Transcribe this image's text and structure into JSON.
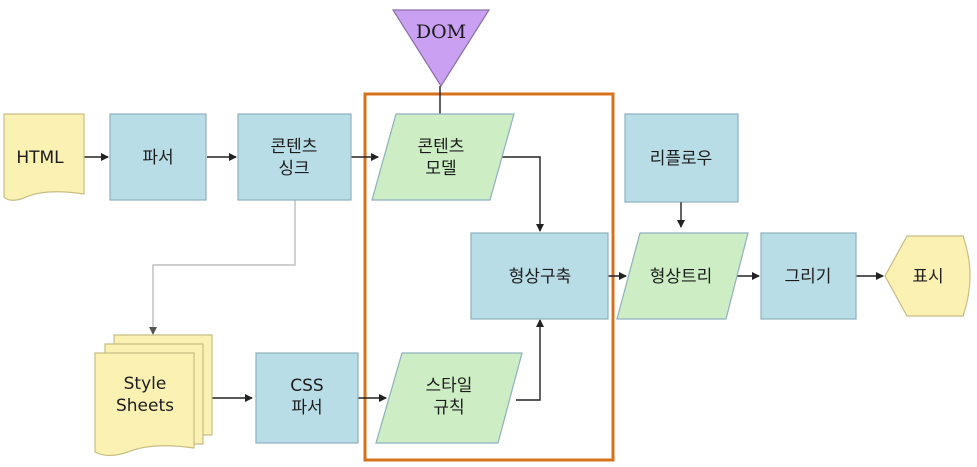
{
  "colors": {
    "process_box": "#b9dde6",
    "data_parallelogram": "#cdeec4",
    "document": "#fbf1b3",
    "dom_triangle": "#c9a0f2",
    "highlight_frame": "#d8711c"
  },
  "nodes": {
    "dom": "DOM",
    "html": "HTML",
    "parser": "파서",
    "content_sink": [
      "콘텐츠",
      "싱크"
    ],
    "content_model": [
      "콘텐츠",
      "모델"
    ],
    "frame_construction": "형상구축",
    "reflow": "리플로우",
    "frame_tree": "형상트리",
    "painting": "그리기",
    "display": "표시",
    "style_sheets": [
      "Style",
      "Sheets"
    ],
    "css_parser": [
      "CSS",
      "파서"
    ],
    "style_rules": [
      "스타일",
      "규칙"
    ]
  }
}
